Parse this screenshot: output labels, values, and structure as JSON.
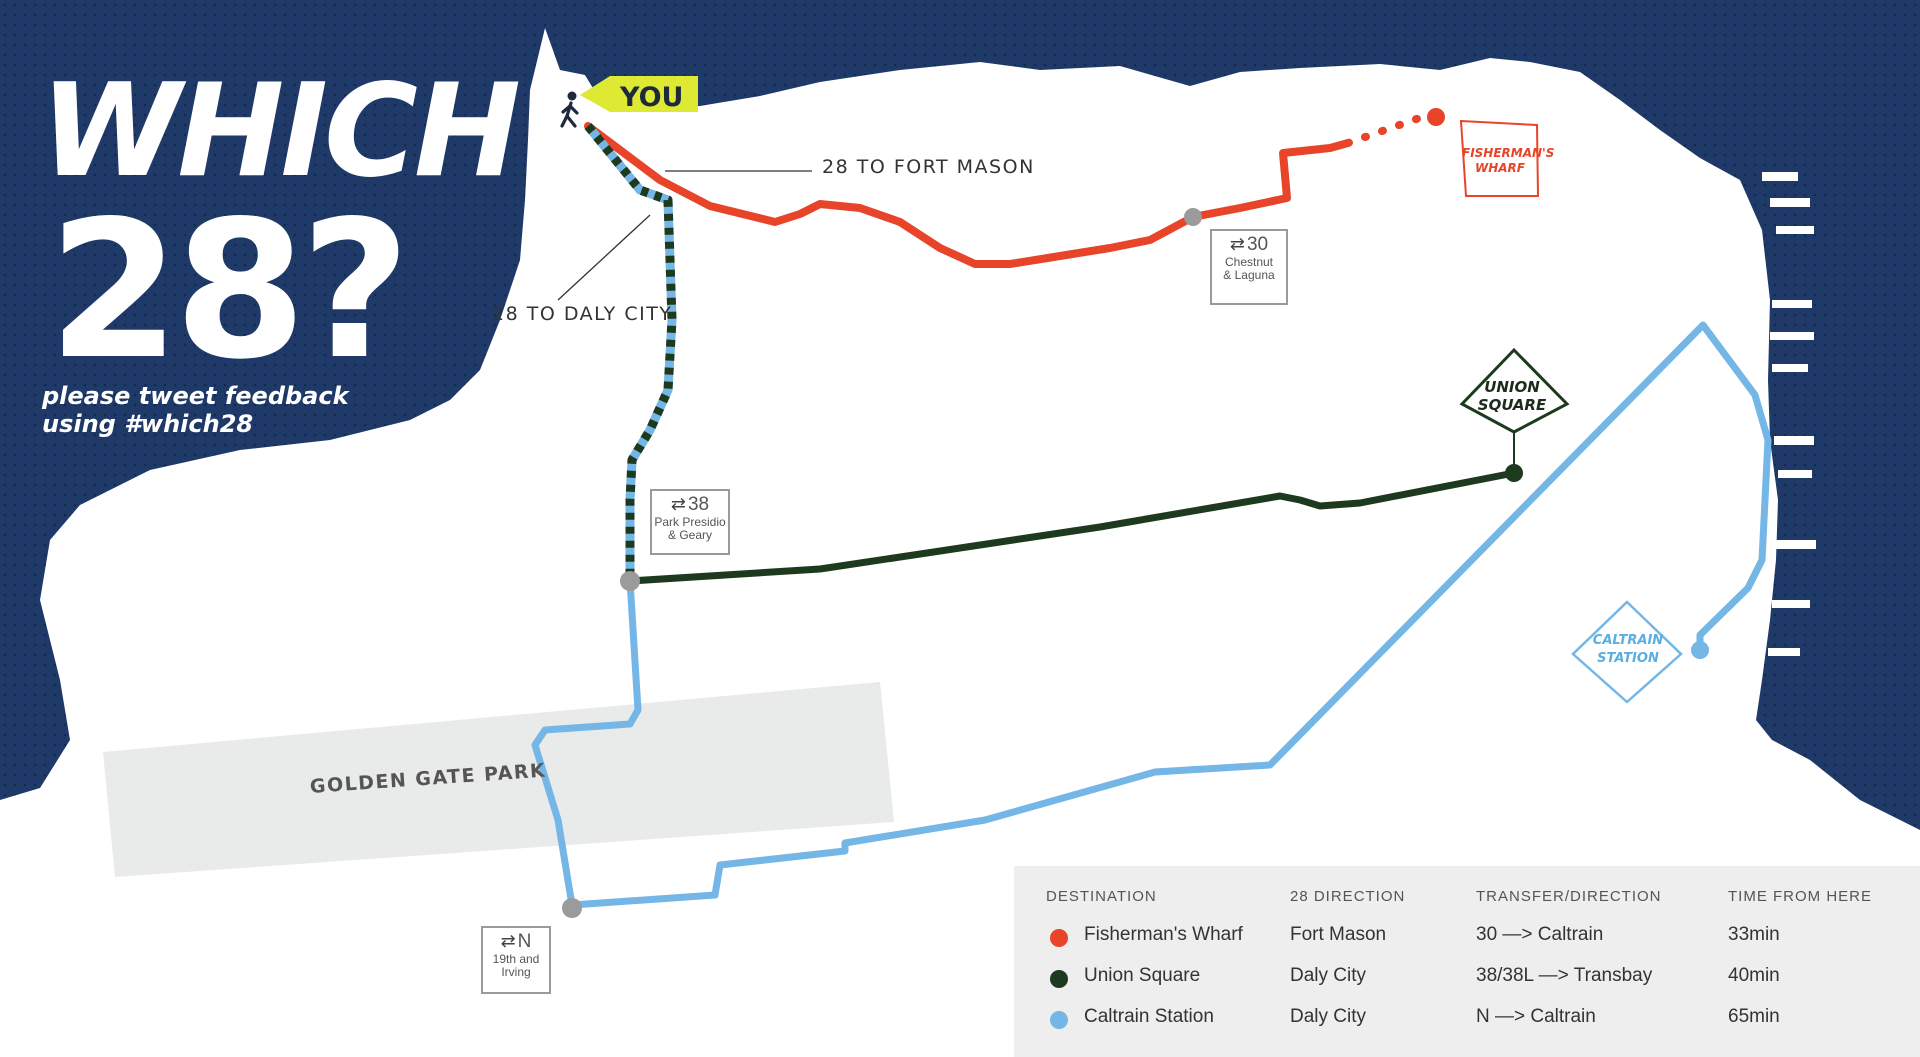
{
  "title": {
    "line1": "WHICH",
    "line2": "28?"
  },
  "tagline": {
    "line1": "please tweet feedback",
    "line2": "using #which28"
  },
  "you_label": "YOU",
  "route_labels": {
    "fort_mason": "28 TO FORT MASON",
    "daly_city": "28 TO DALY CITY"
  },
  "transfers": [
    {
      "line": "30",
      "stop_line1": "Chestnut",
      "stop_line2": "& Laguna"
    },
    {
      "line": "38",
      "stop_line1": "Park Presidio",
      "stop_line2": "& Geary"
    },
    {
      "line": "N",
      "stop_line1": "19th and",
      "stop_line2": "Irving"
    }
  ],
  "destinations": {
    "fishermans_wharf": {
      "line1": "FISHERMAN'S",
      "line2": "WHARF"
    },
    "union_square": {
      "line1": "UNION",
      "line2": "SQUARE"
    },
    "caltrain_station": {
      "line1": "CALTRAIN",
      "line2": "STATION"
    }
  },
  "park": "GOLDEN GATE PARK",
  "colors": {
    "water": "#1f3a68",
    "land": "#ffffff",
    "park": "#e9eaea",
    "fishermans_wharf": "#e8442a",
    "union_square": "#1e3a1e",
    "caltrain_station": "#74b6e6",
    "you_flag": "#dde933"
  },
  "legend": {
    "headers": [
      "DESTINATION",
      "28 DIRECTION",
      "TRANSFER/DIRECTION",
      "TIME FROM HERE"
    ],
    "rows": [
      {
        "destination": "Fisherman's Wharf",
        "direction": "Fort Mason",
        "transfer": "30 —> Caltrain",
        "time": "33min",
        "color": "#e8442a"
      },
      {
        "destination": "Union Square",
        "direction": "Daly City",
        "transfer": "38/38L —> Transbay",
        "time": "40min",
        "color": "#1e3a1e"
      },
      {
        "destination": "Caltrain Station",
        "direction": "Daly City",
        "transfer": "N —> Caltrain",
        "time": "65min",
        "color": "#74b6e6"
      }
    ]
  }
}
